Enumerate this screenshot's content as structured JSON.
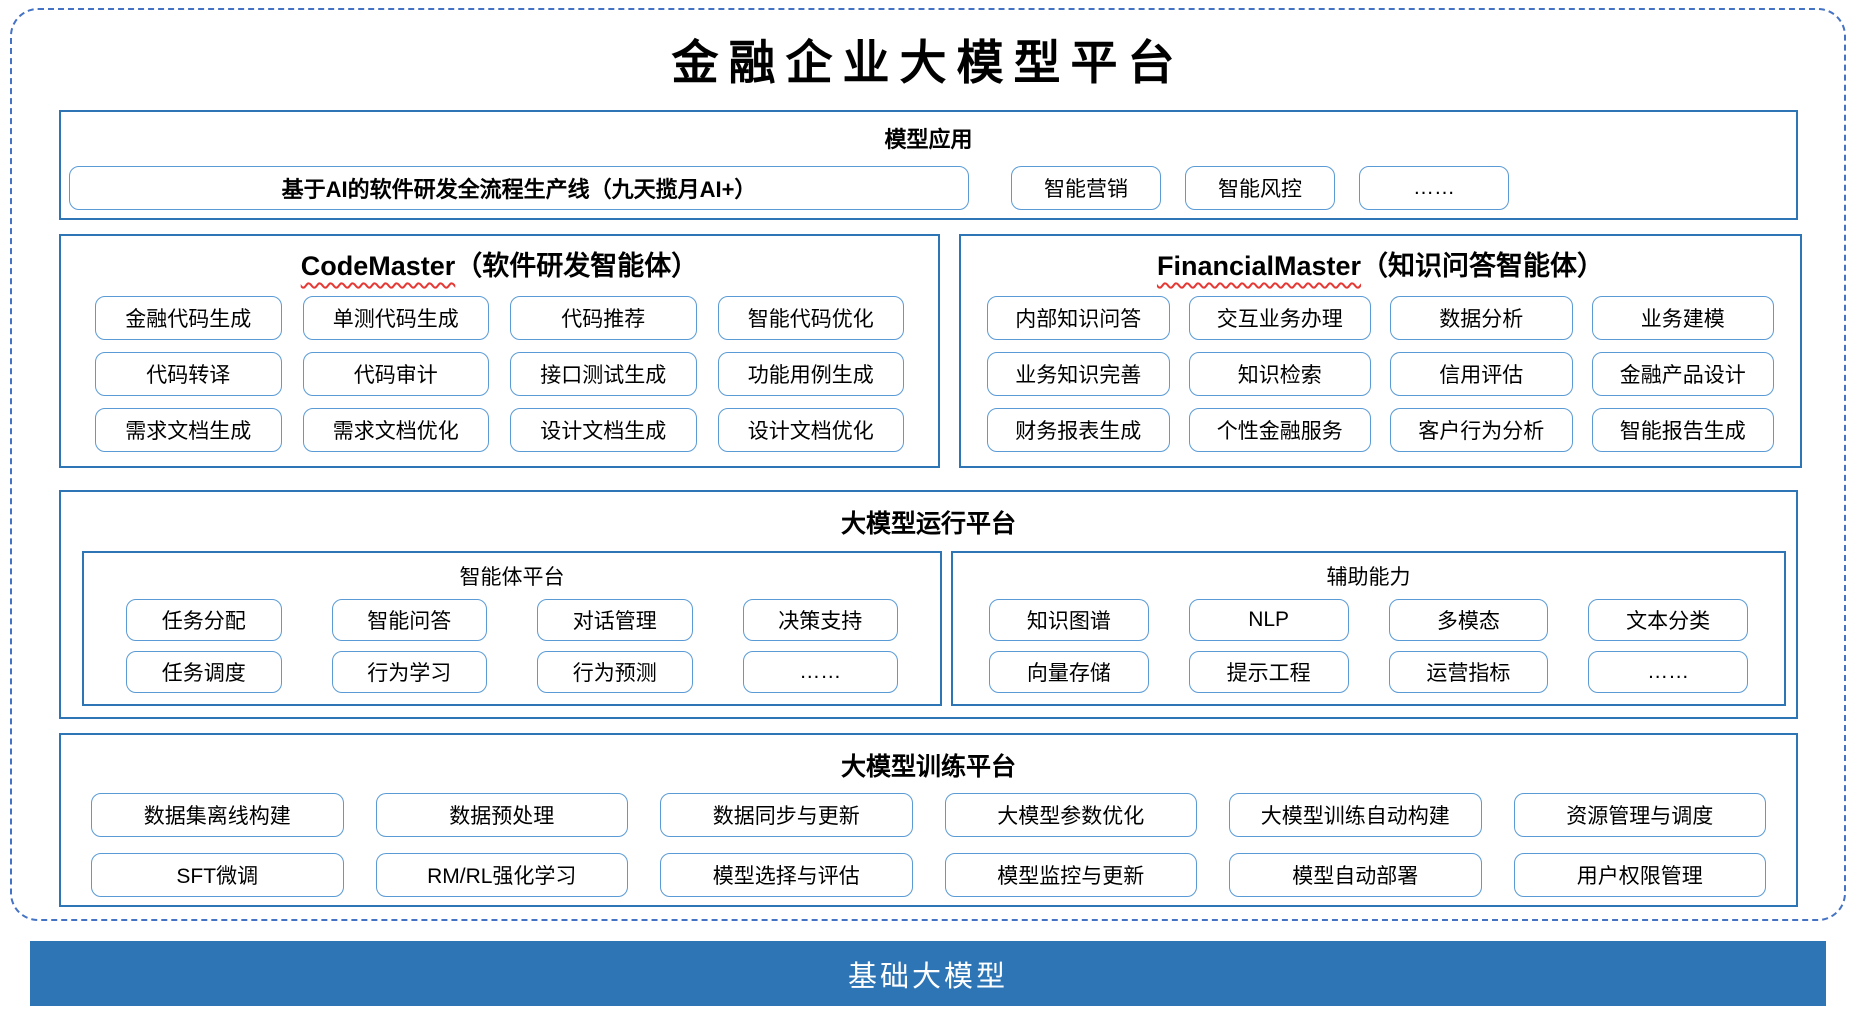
{
  "title": "金融企业大模型平台",
  "colors": {
    "section_border": "#2E75B6",
    "item_border": "#5B9BD5",
    "dashed_frame": "#4472C4",
    "wavy_underline": "#E53935",
    "foundation_bar_bg": "#2E75B6",
    "foundation_bar_text": "#FFFFFF"
  },
  "model_app": {
    "header": "模型应用",
    "pipeline": "基于AI的软件研发全流程生产线（九天揽月AI+）",
    "items": [
      "智能营销",
      "智能风控",
      "……"
    ]
  },
  "code_master": {
    "name": "CodeMaster",
    "subtitle": "（软件研发智能体）",
    "items": [
      "金融代码生成",
      "单测代码生成",
      "代码推荐",
      "智能代码优化",
      "代码转译",
      "代码审计",
      "接口测试生成",
      "功能用例生成",
      "需求文档生成",
      "需求文档优化",
      "设计文档生成",
      "设计文档优化"
    ]
  },
  "financial_master": {
    "name": "FinancialMaster",
    "subtitle": "（知识问答智能体）",
    "items": [
      "内部知识问答",
      "交互业务办理",
      "数据分析",
      "业务建模",
      "业务知识完善",
      "知识检索",
      "信用评估",
      "金融产品设计",
      "财务报表生成",
      "个性金融服务",
      "客户行为分析",
      "智能报告生成"
    ]
  },
  "runtime_platform": {
    "header": "大模型运行平台",
    "agent_platform": {
      "header": "智能体平台",
      "items": [
        "任务分配",
        "智能问答",
        "对话管理",
        "决策支持",
        "任务调度",
        "行为学习",
        "行为预测",
        "……"
      ]
    },
    "auxiliary": {
      "header": "辅助能力",
      "items": [
        "知识图谱",
        "NLP",
        "多模态",
        "文本分类",
        "向量存储",
        "提示工程",
        "运营指标",
        "……"
      ]
    }
  },
  "training_platform": {
    "header": "大模型训练平台",
    "items": [
      "数据集离线构建",
      "数据预处理",
      "数据同步与更新",
      "大模型参数优化",
      "大模型训练自动构建",
      "资源管理与调度",
      "SFT微调",
      "RM/RL强化学习",
      "模型选择与评估",
      "模型监控与更新",
      "模型自动部署",
      "用户权限管理"
    ]
  },
  "foundation": {
    "label": "基础大模型"
  }
}
